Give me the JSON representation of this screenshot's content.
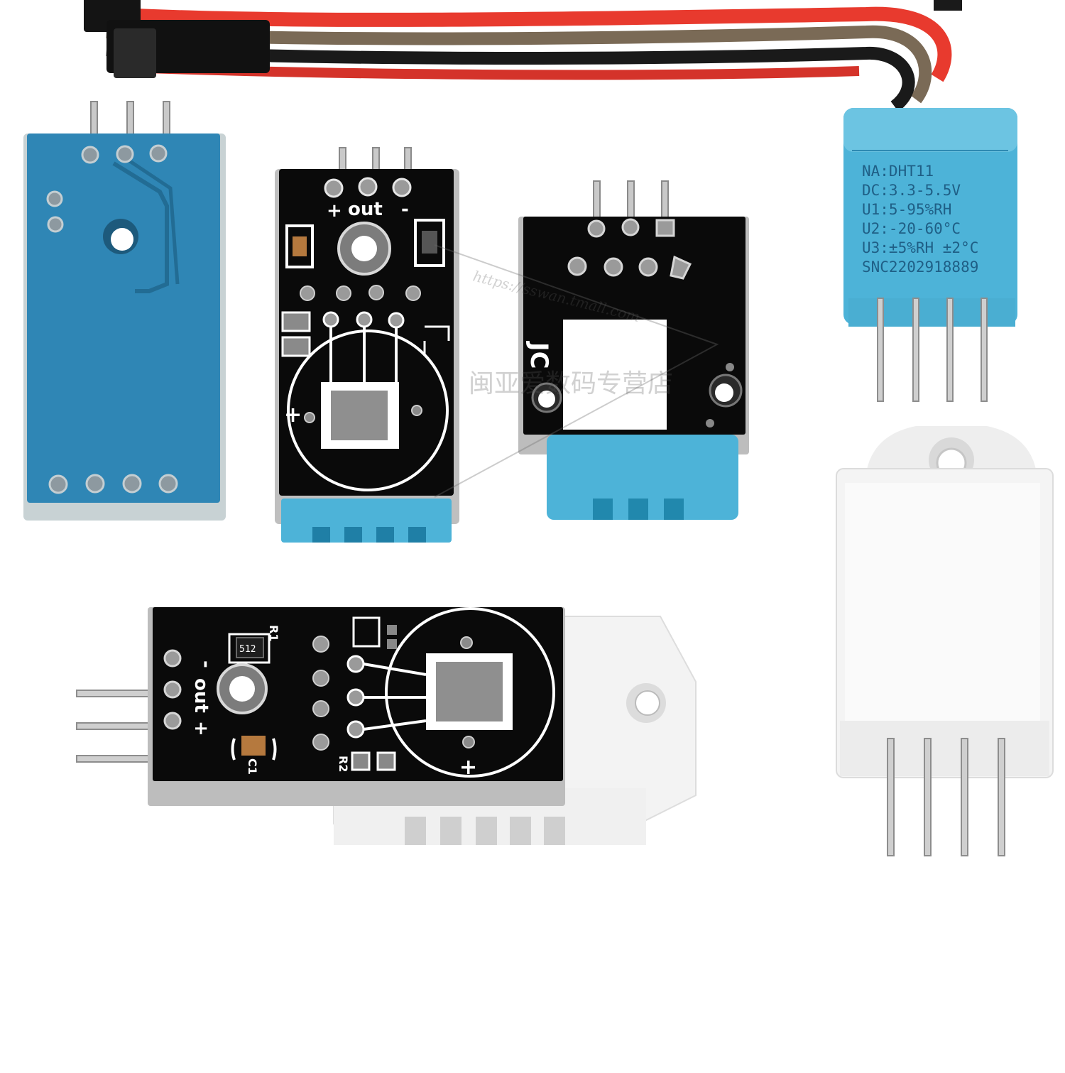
{
  "colors": {
    "background": "#ffffff",
    "pcb_blue": "#2f86b5",
    "pcb_black": "#0a0a0a",
    "dht11_blue": "#4db3d8",
    "dht22_white": "#f2f2f2",
    "wire_red": "#e83a2e",
    "wire_brown": "#7a6a56",
    "wire_black": "#1a1a1a"
  },
  "module_top_middle": {
    "pin_labels": {
      "plus": "+",
      "out": "out",
      "minus": "-"
    },
    "corner_label": "+"
  },
  "module_dht11_board": {
    "rotated_label": "JC"
  },
  "dht11_sensor": {
    "lines": [
      "NA:DHT11",
      "DC:3.3-5.5V",
      "U1:5-95%RH",
      "U2:-20-60°C",
      "U3:±5%RH ±2°C",
      "SNC2202918889"
    ]
  },
  "module_bottom": {
    "pin_labels": {
      "minus": "-",
      "out": "out",
      "plus": "+"
    },
    "resistor_label": "512",
    "r1_label": "R1",
    "r2_label": "R2",
    "c1_label": "C1",
    "corner_label": "+"
  },
  "watermark": {
    "url": "https://sswan.tmall.com",
    "shop": "闽亚爱数码专营店"
  }
}
